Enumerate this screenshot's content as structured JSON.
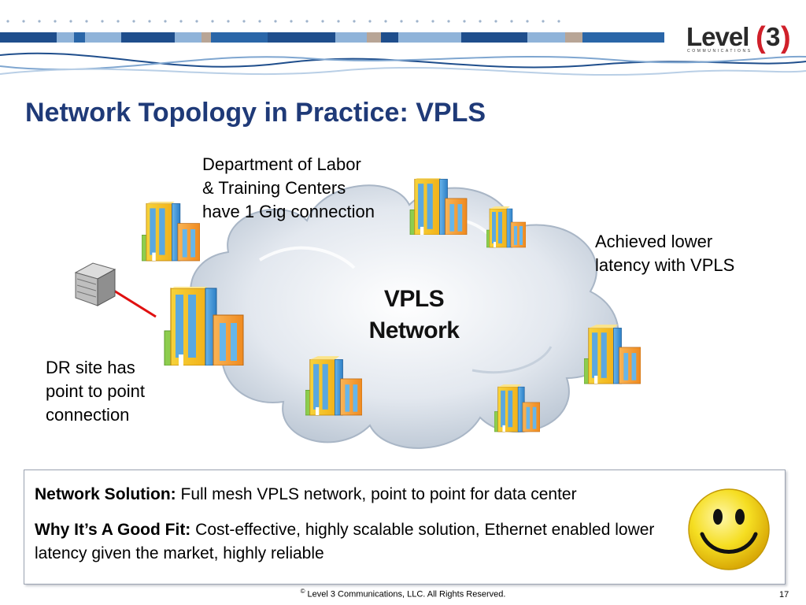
{
  "header": {
    "logo_text": "Level(3)",
    "logo_sub": "COMMUNICATIONS"
  },
  "slide": {
    "title": "Network Topology in Practice: VPLS"
  },
  "diagram": {
    "cloud_label_line1": "VPLS",
    "cloud_label_line2": "Network",
    "label_dol_line1": "Department of Labor",
    "label_dol_line2": "& Training Centers",
    "label_dol_line3": "have 1 Gig connection",
    "label_latency_line1": "Achieved lower",
    "label_latency_line2": "latency with VPLS",
    "label_dr_line1": "DR site has",
    "label_dr_line2": "point to point",
    "label_dr_line3": "connection",
    "link_color": "#e01010"
  },
  "solution": {
    "line1_bold": "Network Solution:",
    "line1_text": " Full mesh VPLS network, point to point for data center",
    "line2_bold": "Why It’s A Good Fit:",
    "line2_text": " Cost-effective, highly scalable solution, Ethernet enabled lower latency given the market, highly reliable"
  },
  "footer": {
    "copyright_symbol": "©",
    "copyright": " Level 3 Communications, LLC.  All Rights Reserved.",
    "page_number": "17"
  },
  "colors": {
    "title": "#1f3a78",
    "banner_dark": "#1f4e8c",
    "banner_light": "#8fb3d9",
    "banner_tan": "#b8a596",
    "logo_red": "#d0202a"
  }
}
